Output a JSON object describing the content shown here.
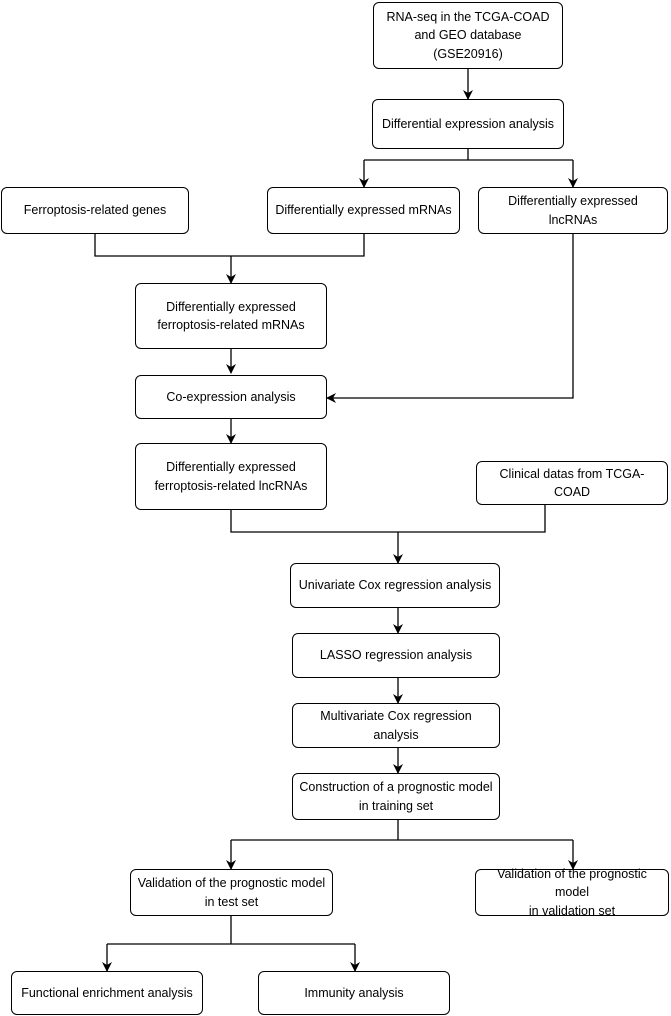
{
  "nodes": {
    "rnaseq": "RNA-seq in the TCGA-COAD\nand GEO database (GSE20916)",
    "diff_expr": "Differential expression analysis",
    "ferro_genes": "Ferroptosis-related genes",
    "de_mrnas": "Differentially expressed mRNAs",
    "de_lncrnas": "Differentially expressed lncRNAs",
    "de_ferro_mrnas": "Differentially expressed\nferroptosis-related mRNAs",
    "coexpr": "Co-expression analysis",
    "de_ferro_lncrnas": "Differentially expressed\nferroptosis-related lncRNAs",
    "clinical": "Clinical datas from TCGA-COAD",
    "univariate": "Univariate Cox regression analysis",
    "lasso": "LASSO regression analysis",
    "multivariate": "Multivariate Cox regression analysis",
    "construction": "Construction of a prognostic model\nin training set",
    "valid_test": "Validation of the prognostic model\nin test set",
    "valid_validation": "Validation of the prognostic model\nin validation set",
    "functional": "Functional enrichment analysis",
    "immunity": "Immunity analysis"
  }
}
